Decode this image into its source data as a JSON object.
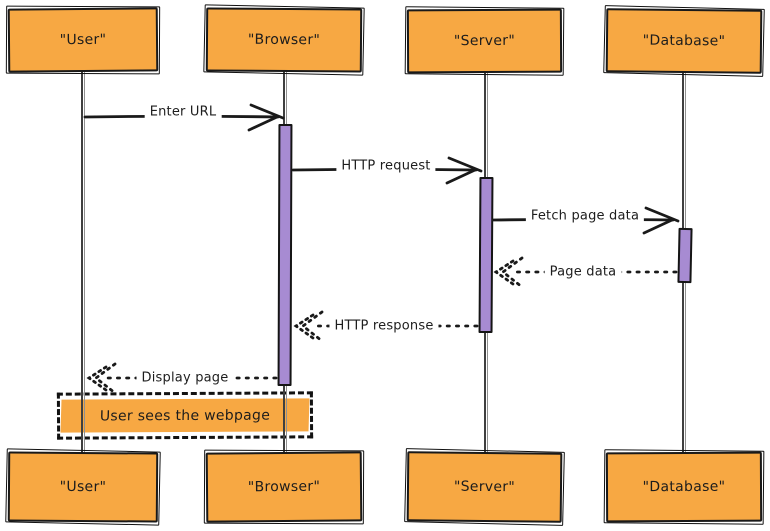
{
  "diagram": {
    "type": "sequence-diagram",
    "style": "hand-drawn",
    "participants": [
      {
        "id": "user",
        "label": "\"User\""
      },
      {
        "id": "browser",
        "label": "\"Browser\""
      },
      {
        "id": "server",
        "label": "\"Server\""
      },
      {
        "id": "database",
        "label": "\"Database\""
      }
    ],
    "messages": [
      {
        "label": "Enter URL",
        "from": "user",
        "to": "browser",
        "line": "solid",
        "direction": "right"
      },
      {
        "label": "HTTP request",
        "from": "browser",
        "to": "server",
        "line": "solid",
        "direction": "right"
      },
      {
        "label": "Fetch page data",
        "from": "server",
        "to": "database",
        "line": "solid",
        "direction": "right"
      },
      {
        "label": "Page data",
        "from": "database",
        "to": "server",
        "line": "dotted",
        "direction": "left"
      },
      {
        "label": "HTTP response",
        "from": "server",
        "to": "browser",
        "line": "dotted",
        "direction": "left"
      },
      {
        "label": "Display page",
        "from": "browser",
        "to": "user",
        "line": "dotted",
        "direction": "left"
      }
    ],
    "note": {
      "label": "User sees the webpage",
      "over": "user,browser"
    },
    "activations": [
      {
        "participant": "browser"
      },
      {
        "participant": "server"
      },
      {
        "participant": "database"
      }
    ],
    "colors": {
      "participant_fill": "#F7A843",
      "activation_fill": "#A78BD2",
      "note_fill": "#F7A843",
      "stroke": "#1A1A1A",
      "lifeline": "#3F3F3F",
      "background": "#FFFFFF"
    }
  }
}
